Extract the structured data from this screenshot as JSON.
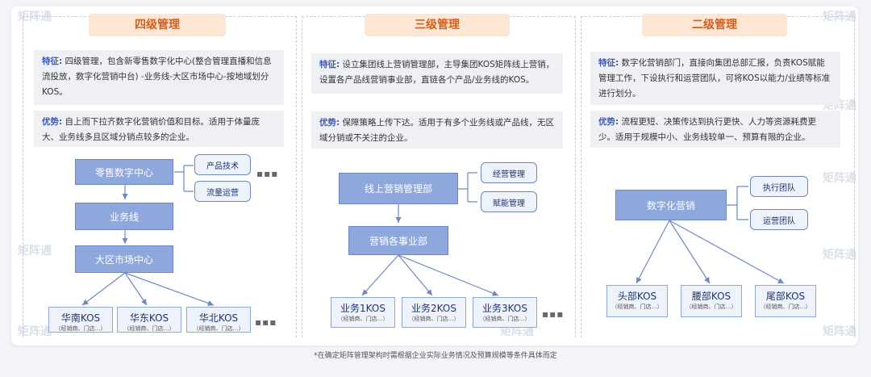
{
  "columns": [
    {
      "title": "四级管理",
      "feature_label": "特征:",
      "feature_text": "四级管理，包含新零售数字化中心(整合管理直播和信息流投放，数字化营销中台) -业务线-大区市场中心-按地域划分KOS。",
      "advantage_label": "优势:",
      "advantage_text": "自上而下拉齐数字化营销价值和目标。适用于体量庞大、业务线多且区域分销点较多的企业。",
      "nodes": [
        "零售数字中心",
        "业务线",
        "大区市场中心"
      ],
      "side_boxes": [
        "产品技术",
        "流量运营"
      ],
      "kos": [
        {
          "name": "华南KOS",
          "sub": "（经销商、门店…）"
        },
        {
          "name": "华东KOS",
          "sub": "（经销商、门店…）"
        },
        {
          "name": "华北KOS",
          "sub": "（经销商、门店…）"
        }
      ]
    },
    {
      "title": "三级管理",
      "feature_label": "特征:",
      "feature_text": "设立集团线上营销管理部，主导集团KOS矩阵线上营销，设置各产品线营销事业部，直链各个产品/业务线的KOS。",
      "advantage_label": "优势:",
      "advantage_text": "保障策略上传下达。适用于有多个业务线或产品线，无区域分销或不关注的企业。",
      "nodes": [
        "线上营销管理部",
        "营销各事业部"
      ],
      "side_boxes": [
        "经营管理",
        "赋能管理"
      ],
      "kos": [
        {
          "name": "业务1KOS",
          "sub": "（经销商、门店…）"
        },
        {
          "name": "业务2KOS",
          "sub": "（经销商、门店…）"
        },
        {
          "name": "业务3KOS",
          "sub": "（经销商、门店…）"
        }
      ]
    },
    {
      "title": "二级管理",
      "feature_label": "特征:",
      "feature_text": "数字化营销部门，直接向集团总部汇报，负责KOS赋能管理工作，下设执行和运营团队，可将KOS以能力/业绩等标准进行划分。",
      "advantage_label": "优势:",
      "advantage_text": "流程更短、决策传达到执行更快、人力等资源耗费更少。适用于规模中小、业务线较单一、预算有限的企业。",
      "nodes": [
        "数字化营销"
      ],
      "side_boxes": [
        "执行团队",
        "运营团队"
      ],
      "kos": [
        {
          "name": "头部KOS",
          "sub": "（经销商、门店…）"
        },
        {
          "name": "腰部KOS",
          "sub": "（经销商、门店…）"
        },
        {
          "name": "尾部KOS",
          "sub": "（经销商、门店…）"
        }
      ]
    }
  ],
  "ellipsis": "▪▪▪",
  "footnote": "*在确定矩阵管理架构时需根据企业实际业务情况及预算规模等条件具体而定",
  "watermark": "矩阵通",
  "colors": {
    "accent": "#3d59b8",
    "node": "#8ea7dc",
    "title_bg": "#fde6d3",
    "title_text": "#d25f1c"
  }
}
